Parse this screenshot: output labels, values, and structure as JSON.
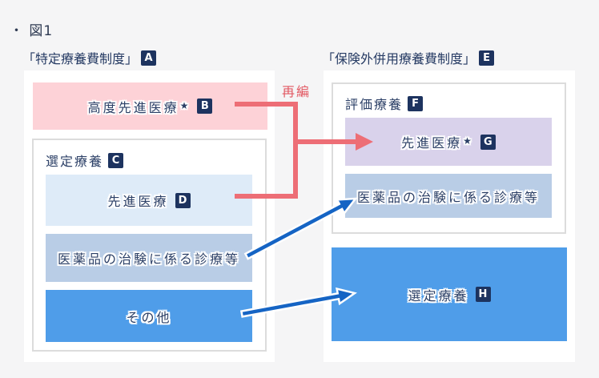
{
  "figure_title": "・ 図1",
  "left_panel": {
    "heading": "「特定療養費制度」",
    "badge": "A",
    "highly_advanced": {
      "label": "高度先進医療",
      "star": "★",
      "badge": "B"
    },
    "selected_care_frame": {
      "label": "選定療養",
      "badge": "C",
      "advanced": {
        "label": "先進医療",
        "badge": "D"
      },
      "clinical_trials": {
        "label": "医薬品の治験に係る診療等"
      },
      "other": {
        "label": "その他"
      }
    }
  },
  "right_panel": {
    "heading": "「保険外併用療養費制度」",
    "badge": "E",
    "evaluation_care_frame": {
      "label": "評価療養",
      "badge": "F",
      "advanced": {
        "label": "先進医療",
        "star": "★",
        "badge": "G"
      },
      "clinical_trials": {
        "label": "医薬品の治験に係る診療等"
      }
    },
    "selected_care": {
      "label": "選定療養",
      "badge": "H"
    }
  },
  "annotations": {
    "reorganization": "再編"
  },
  "colors": {
    "background": "#f5f5f6",
    "panel_white": "#ffffff",
    "frame_border": "#dcdcdc",
    "pink": "#fdd2d7",
    "light_blue": "#deebf8",
    "medium_blue": "#b9cde6",
    "bright_blue": "#4f9de9",
    "purple": "#d9d2eb",
    "badge_navy": "#1d335f",
    "text_navy": "#2b3f66",
    "red_arrow": "#ed6e76",
    "red_label": "#e25862",
    "blue_arrow": "#1564c4"
  }
}
